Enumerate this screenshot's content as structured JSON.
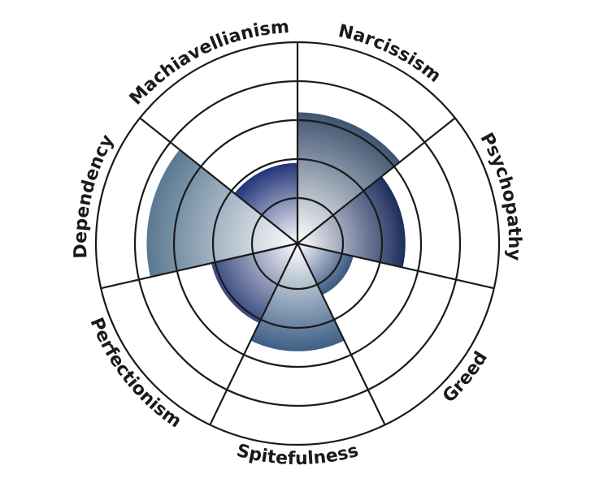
{
  "chart_data": {
    "type": "polar-area",
    "title": "",
    "categories": [
      "Narcissism",
      "Psychopathy",
      "Greed",
      "Spitefulness",
      "Perfectionism",
      "Dependency",
      "Machiavellianism"
    ],
    "values": [
      3.2,
      2.6,
      1.3,
      2.6,
      2.1,
      3.7,
      1.9
    ],
    "colors": [
      "#3f5470",
      "#1c2e5c",
      "#3b5680",
      "#3d5f85",
      "#3a4a80",
      "#5a7892",
      "#23347a"
    ],
    "center_color": "#ffffff",
    "rings": [
      1,
      2,
      3,
      4,
      5
    ],
    "rlim": [
      0,
      5
    ],
    "grid": true
  }
}
